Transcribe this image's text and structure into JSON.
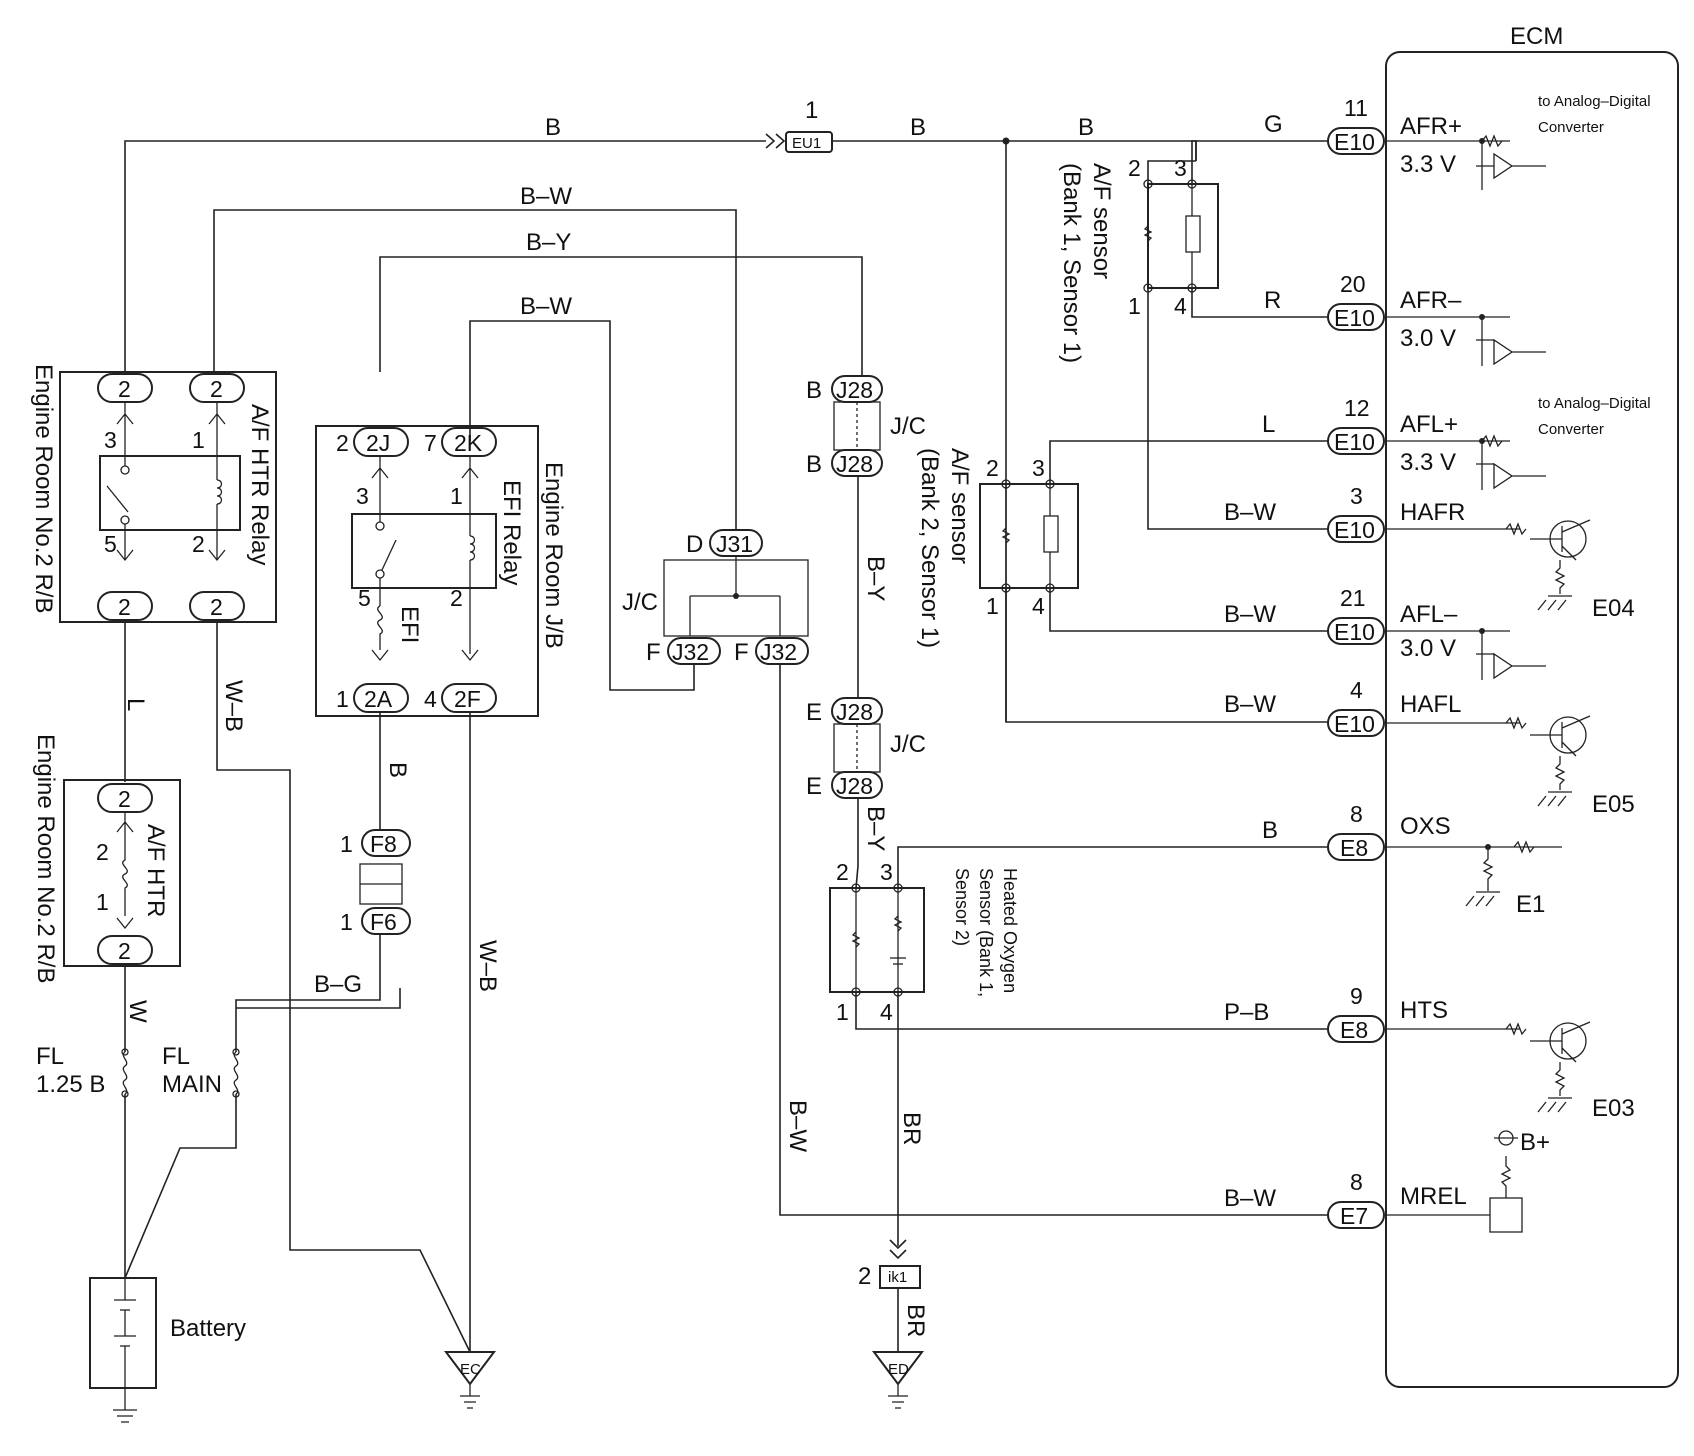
{
  "ecm": {
    "title": "ECM",
    "terminals": [
      {
        "pin": "11",
        "conn": "E10",
        "name": "AFR+",
        "voltage": "3.3 V",
        "note": "to Analog–Digital Converter"
      },
      {
        "pin": "20",
        "conn": "E10",
        "name": "AFR–",
        "voltage": "3.0 V"
      },
      {
        "pin": "12",
        "conn": "E10",
        "name": "AFL+",
        "voltage": "3.3 V",
        "note": "to Analog–Digital Converter"
      },
      {
        "pin": "3",
        "conn": "E10",
        "name": "HAFR",
        "ground": "E04"
      },
      {
        "pin": "21",
        "conn": "E10",
        "name": "AFL–",
        "voltage": "3.0 V"
      },
      {
        "pin": "4",
        "conn": "E10",
        "name": "HAFL",
        "ground": "E05"
      },
      {
        "pin": "8",
        "conn": "E8",
        "name": "OXS",
        "ground": "E1"
      },
      {
        "pin": "9",
        "conn": "E8",
        "name": "HTS",
        "ground": "E03"
      },
      {
        "pin": "8",
        "conn": "E7",
        "name": "MREL",
        "supply": "B+"
      }
    ],
    "note_line1": "to Analog–Digital",
    "note_line2": "Converter"
  },
  "wire_colors": {
    "b": "B",
    "bw": "B–W",
    "by": "B–Y",
    "g": "G",
    "r": "R",
    "l": "L",
    "p_b": "P–B",
    "w_b": "W–B",
    "b_g": "B–G",
    "w": "W",
    "br": "BR"
  },
  "junctions": {
    "eu1": {
      "pin": "1",
      "label": "EU1"
    },
    "ik1": {
      "pin": "2",
      "label": "ik1"
    },
    "j28": "J28",
    "j31": "J31",
    "j32": "J32",
    "jc": "J/C",
    "f8": "F8",
    "f6": "F6"
  },
  "relays": {
    "af_htr_relay": {
      "name": "A/F HTR Relay",
      "box": "Engine Room No.2 R/B"
    },
    "efi_relay": {
      "name": "EFI Relay",
      "box": "Engine Room J/B"
    },
    "af_htr_fuse": {
      "name": "A/F HTR",
      "box": "Engine Room No.2 R/B"
    },
    "efi_fuse": "EFI"
  },
  "sensors": {
    "bank1": {
      "line1": "A/F sensor",
      "line2": "(Bank 1, Sensor 1)"
    },
    "bank2": {
      "line1": "A/F sensor",
      "line2": "(Bank 2, Sensor 1)"
    },
    "ho2": {
      "line1": "Heated Oxygen",
      "line2": "Sensor (Bank 1,",
      "line3": "Sensor 2)"
    }
  },
  "fuses": {
    "fl1": {
      "line1": "FL",
      "line2": "1.25 B"
    },
    "fl2": {
      "line1": "FL",
      "line2": "MAIN"
    }
  },
  "battery": "Battery",
  "grounds": {
    "ec": "EC",
    "ed": "ED"
  }
}
